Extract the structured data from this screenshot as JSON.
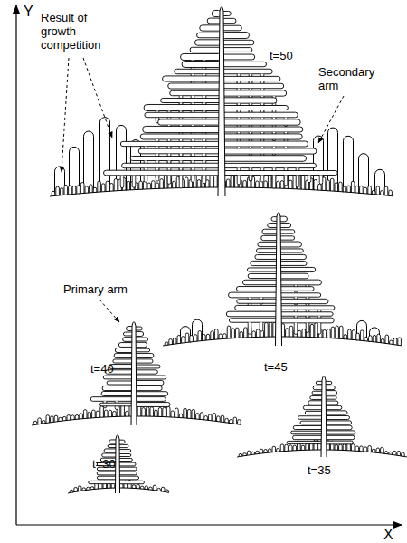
{
  "diagram": {
    "labels": [
      "Y",
      "Result of growth competition",
      "t=50",
      "Secondary arm",
      "Primary arm",
      "t=45",
      "t=40",
      "t=35",
      "t=30",
      "X"
    ]
  }
}
